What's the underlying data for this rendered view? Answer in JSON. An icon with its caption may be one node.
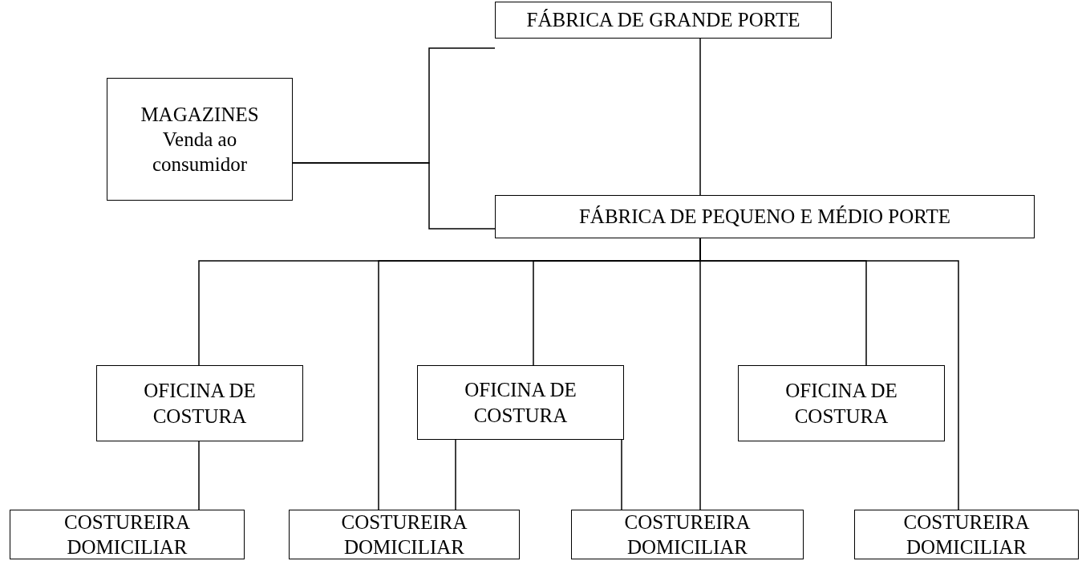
{
  "diagram": {
    "nodes": [
      {
        "text": [
          "FÁBRICA DE GRANDE PORTE"
        ]
      },
      {
        "text": [
          "MAGAZINES",
          "Venda ao consumidor"
        ]
      },
      {
        "text": [
          "FÁBRICA DE PEQUENO E MÉDIO PORTE"
        ]
      },
      {
        "text": [
          "OFICINA DE COSTURA"
        ]
      },
      {
        "text": [
          "OFICINA DE COSTURA"
        ]
      },
      {
        "text": [
          "OFICINA DE COSTURA"
        ]
      },
      {
        "text": [
          "COSTUREIRA DOMICILIAR"
        ]
      },
      {
        "text": [
          "COSTUREIRA DOMICILIAR"
        ]
      },
      {
        "text": [
          "COSTUREIRA DOMICILIAR"
        ]
      },
      {
        "text": [
          "COSTUREIRA DOMICILIAR"
        ]
      }
    ],
    "edges": [
      {
        "from": 1,
        "to": 0,
        "arrow": "none"
      },
      {
        "from": 1,
        "to": 2,
        "arrow": "none"
      },
      {
        "from": 0,
        "to": 2,
        "arrow": "none"
      },
      {
        "from": 2,
        "to": 3,
        "arrow": "none"
      },
      {
        "from": 2,
        "to": 7,
        "arrow": "none"
      },
      {
        "from": 2,
        "to": 4,
        "arrow": "none"
      },
      {
        "from": 2,
        "to": 8,
        "arrow": "none"
      },
      {
        "from": 2,
        "to": 5,
        "arrow": "none"
      },
      {
        "from": 2,
        "to": 9,
        "arrow": "none"
      },
      {
        "from": 3,
        "to": 6,
        "arrow": "none"
      },
      {
        "from": 4,
        "to": 7,
        "arrow": "none"
      },
      {
        "from": 4,
        "to": 8,
        "arrow": "none"
      }
    ]
  }
}
